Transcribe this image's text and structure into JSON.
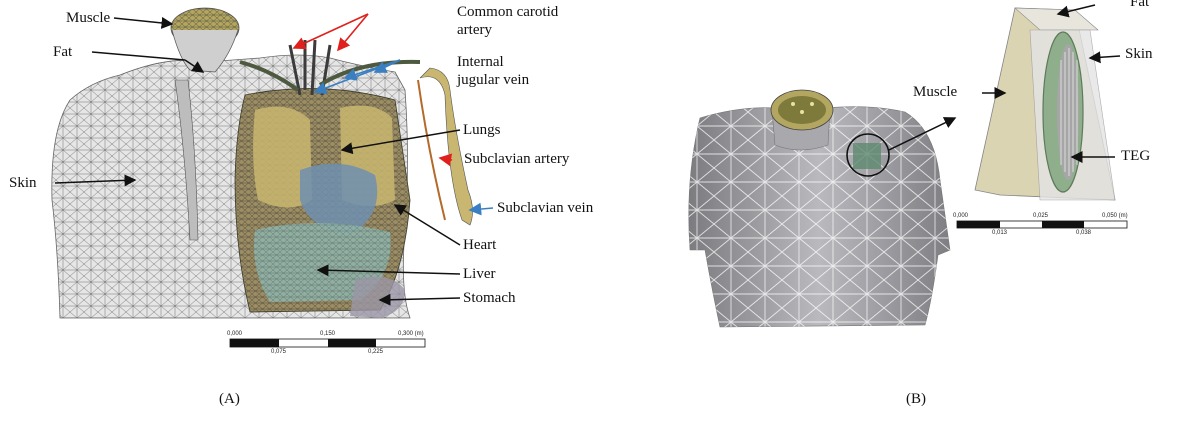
{
  "panel_a": {
    "caption": "(A)",
    "labels": {
      "muscle": "Muscle",
      "fat": "Fat",
      "skin": "Skin",
      "common_carotid_l1": "Common carotid",
      "common_carotid_l2": "artery",
      "internal_jugular_l1": "Internal",
      "internal_jugular_l2": "jugular vein",
      "lungs": "Lungs",
      "subclavian_artery": "Subclavian artery",
      "subclavian_vein": "Subclavian vein",
      "heart": "Heart",
      "liver": "Liver",
      "stomach": "Stomach"
    },
    "scale_bar": {
      "top_ticks": [
        "0,000",
        "0,150",
        "0,300 (m)"
      ],
      "bottom_ticks": [
        "0,075",
        "0,225"
      ]
    }
  },
  "panel_b": {
    "caption": "(B)",
    "labels": {
      "fat": "Fat",
      "skin": "Skin",
      "muscle": "Muscle",
      "teg": "TEG"
    },
    "scale_bar": {
      "top_ticks": [
        "0,000",
        "0,025",
        "0,050 (m)"
      ],
      "bottom_ticks": [
        "0,013",
        "0,038"
      ]
    }
  },
  "colors": {
    "red_arrow": "#e0201c",
    "blue_arrow": "#3a7fc1",
    "black_arrow": "#111111",
    "muscle": "#b3a660",
    "skin_mesh": "#8a8a8a",
    "lungs": "#c9b670",
    "liver": "#8fb3a8",
    "heart": "#6e8fb0",
    "teg": "#8fae8c"
  }
}
